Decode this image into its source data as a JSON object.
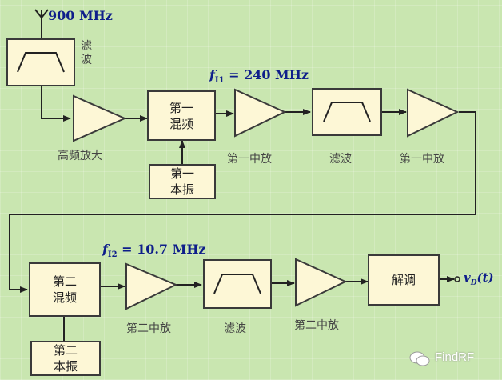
{
  "input": {
    "freq_label": "900 MHz"
  },
  "stage1": {
    "filter_vertical": [
      "滤",
      "波"
    ],
    "rf_amp_label": "高频放大",
    "mixer1": {
      "line1": "第一",
      "line2": "混频"
    },
    "lo1": {
      "line1": "第一",
      "line2": "本振"
    },
    "if1_freq": {
      "symbol": "f",
      "subscript": "I1",
      "value": "= 240 MHz"
    },
    "if1_amp_label_a": "第一中放",
    "if1_filter_label": "滤波",
    "if1_amp_label_b": "第一中放"
  },
  "stage2": {
    "if2_freq": {
      "symbol": "f",
      "subscript": "I2",
      "value": "= 10.7 MHz"
    },
    "mixer2": {
      "line1": "第二",
      "line2": "混频"
    },
    "lo2": {
      "line1": "第二",
      "line2": "本振"
    },
    "if2_amp_label_a": "第二中放",
    "if2_filter_label": "滤波",
    "if2_amp_label_b": "第二中放",
    "demod_label": "解调",
    "output": {
      "symbol": "v",
      "subscript": "D",
      "arg": "(t)"
    }
  },
  "watermark": {
    "text": "FindRF"
  },
  "colors": {
    "background": "#c9e6b0",
    "block_fill": "#fdf7d6",
    "stroke": "#3a3a3a",
    "freq_text": "#0e1e8a",
    "caption_text": "#444444"
  }
}
